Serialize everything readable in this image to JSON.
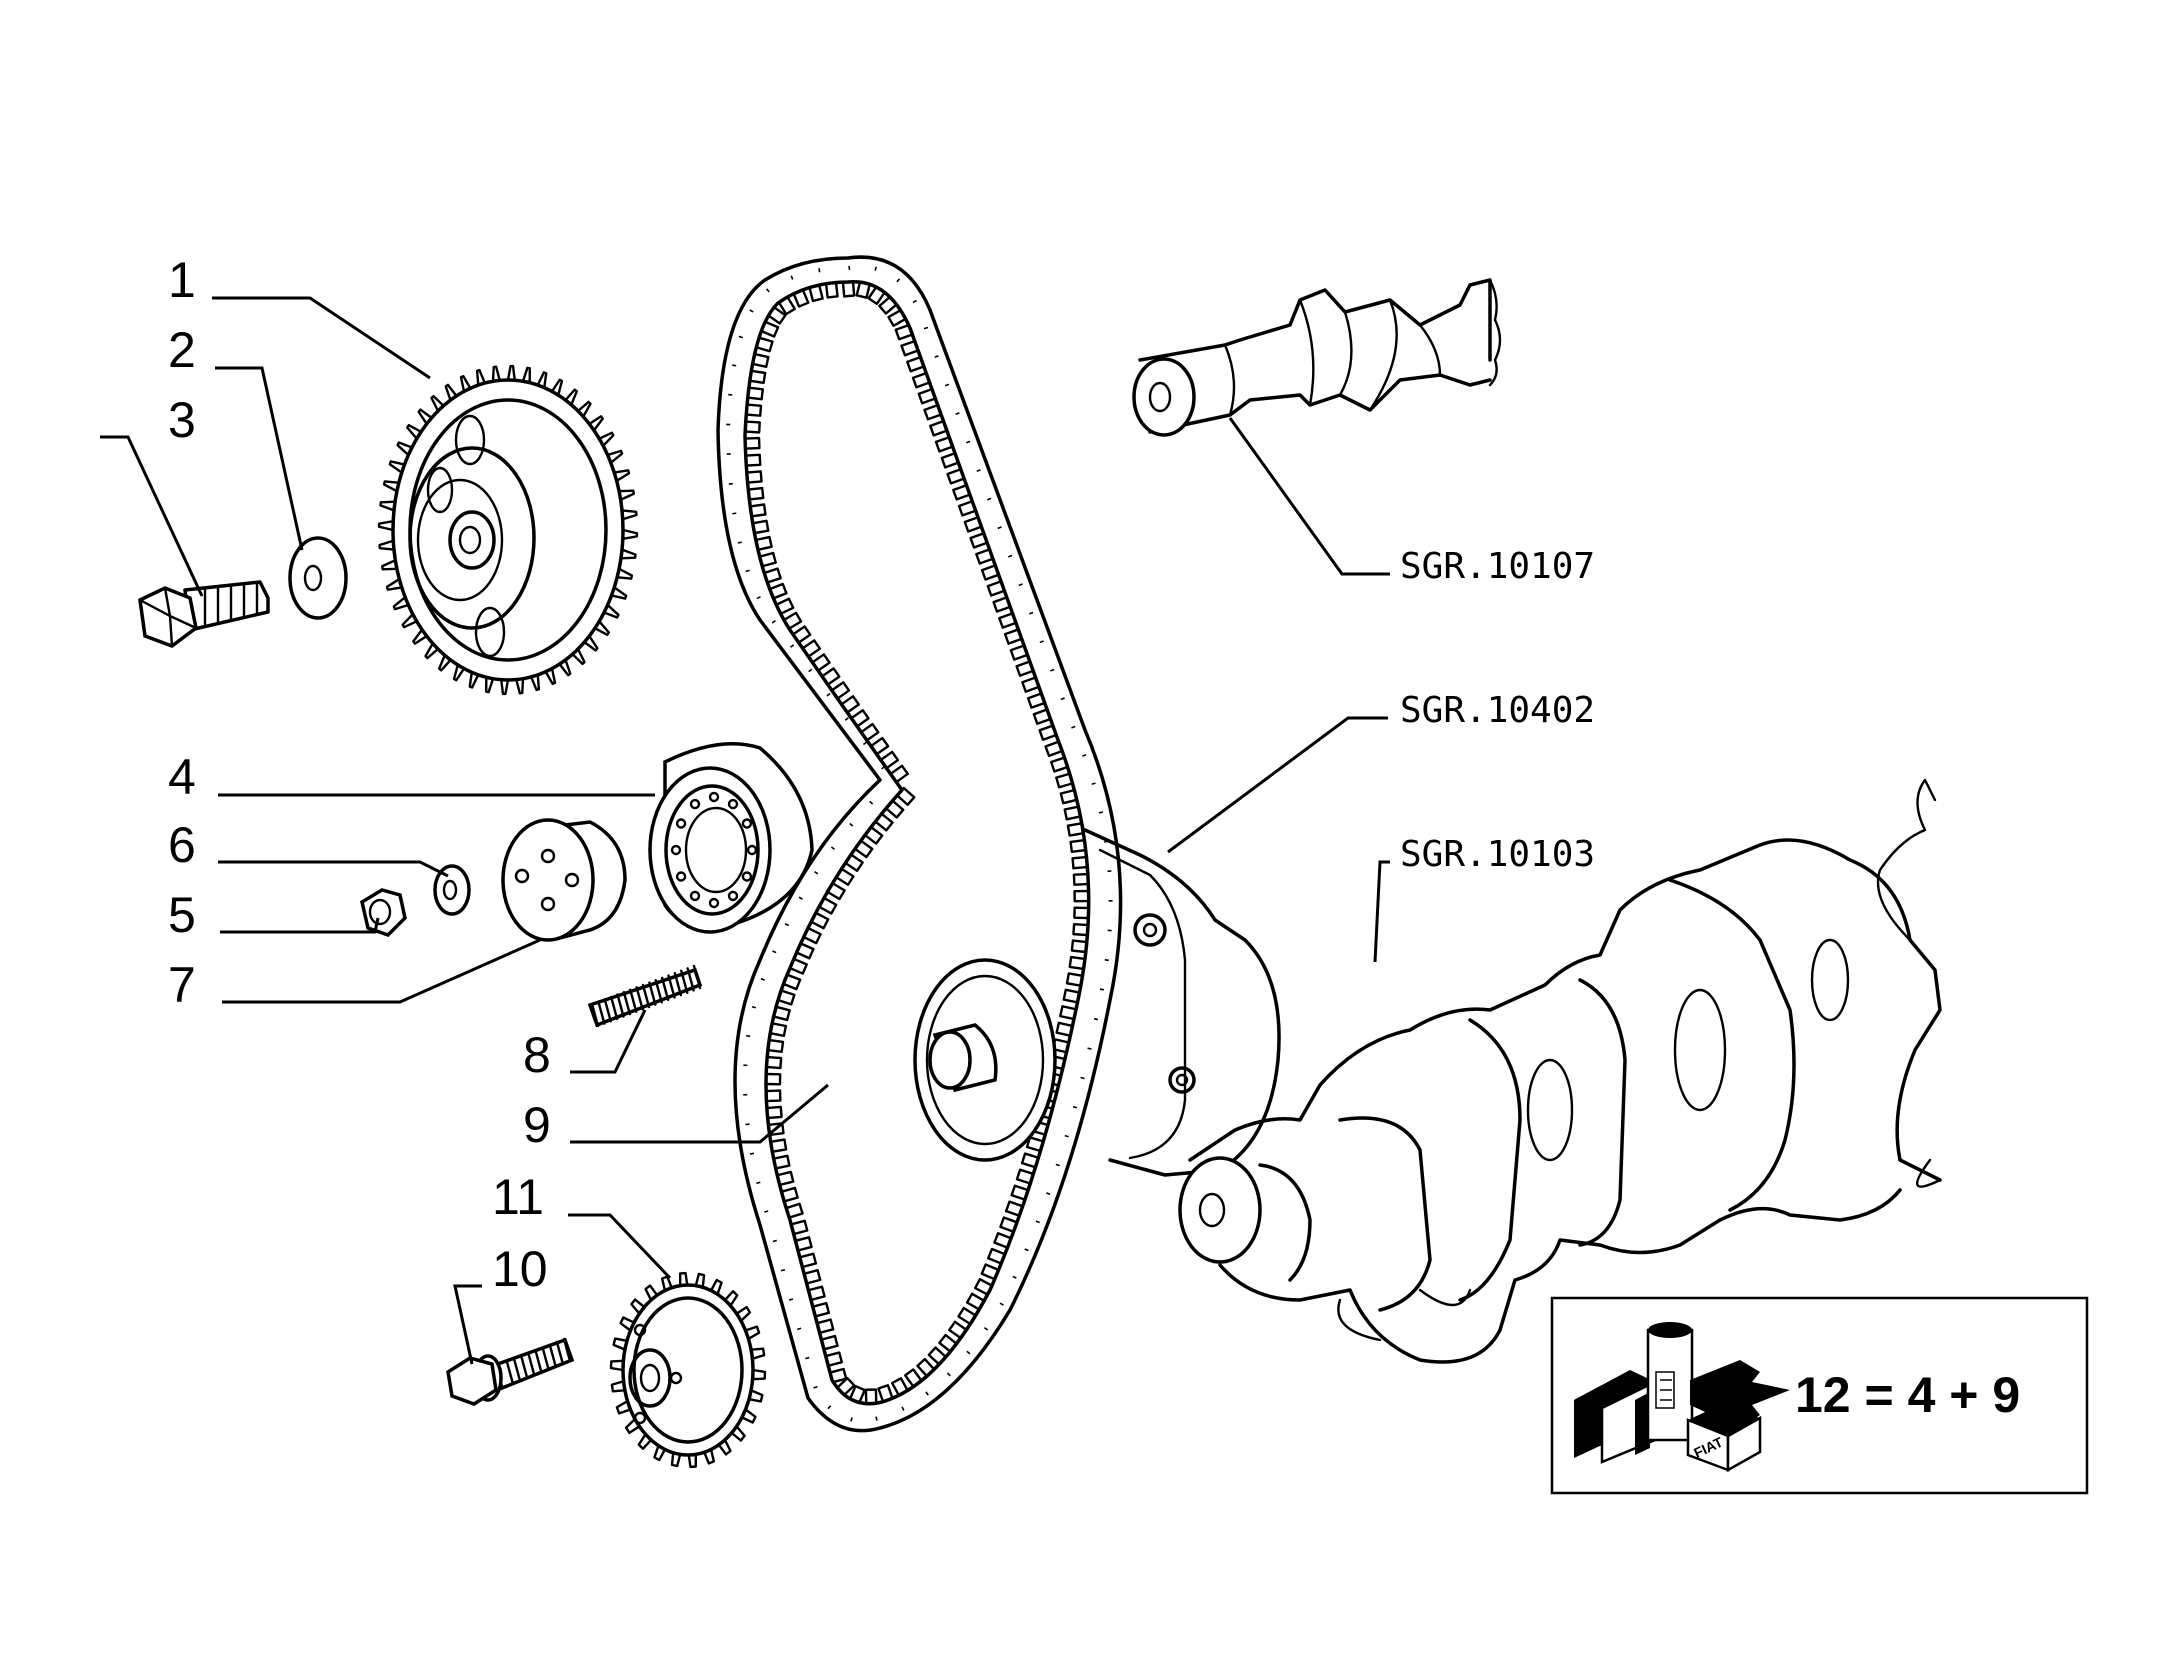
{
  "parts": [
    {
      "id": "1",
      "label": "1",
      "name": "camshaft-pulley"
    },
    {
      "id": "2",
      "label": "2",
      "name": "washer"
    },
    {
      "id": "3",
      "label": "3",
      "name": "bolt"
    },
    {
      "id": "4",
      "label": "4",
      "name": "tensioner-pulley"
    },
    {
      "id": "5",
      "label": "5",
      "name": "nut"
    },
    {
      "id": "6",
      "label": "6",
      "name": "washer-small"
    },
    {
      "id": "7",
      "label": "7",
      "name": "tensioner-bush"
    },
    {
      "id": "8",
      "label": "8",
      "name": "stud"
    },
    {
      "id": "9",
      "label": "9",
      "name": "timing-belt"
    },
    {
      "id": "10",
      "label": "10",
      "name": "crank-bolt"
    },
    {
      "id": "11",
      "label": "11",
      "name": "crankshaft-pulley"
    }
  ],
  "references": [
    {
      "name": "camshaft-ref",
      "label": "SGR.10107"
    },
    {
      "name": "pump-ref",
      "label": "SGR.10402"
    },
    {
      "name": "crankshaft-ref",
      "label": "SGR.10103"
    }
  ],
  "kit": {
    "formula": "12 = 4 + 9",
    "logo_text": "FIAT"
  }
}
